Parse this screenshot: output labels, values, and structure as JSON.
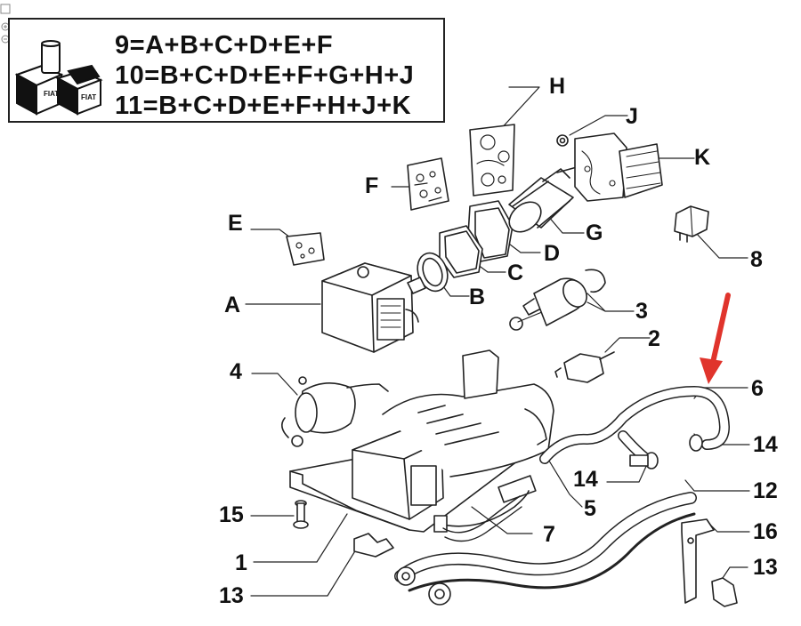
{
  "kit_box": {
    "lines": [
      "9=A+B+C+D+E+F",
      "10=B+C+D+E+F+G+H+J",
      "11=B+C+D+E+F+H+J+K"
    ]
  },
  "callouts": [
    "A",
    "B",
    "C",
    "D",
    "E",
    "F",
    "G",
    "H",
    "J",
    "K",
    "1",
    "2",
    "3",
    "4",
    "5",
    "6",
    "7",
    "8",
    "12",
    "13",
    "13",
    "14",
    "14",
    "15",
    "16"
  ],
  "colors": {
    "arrow": "#e0342c",
    "line": "#222222"
  }
}
